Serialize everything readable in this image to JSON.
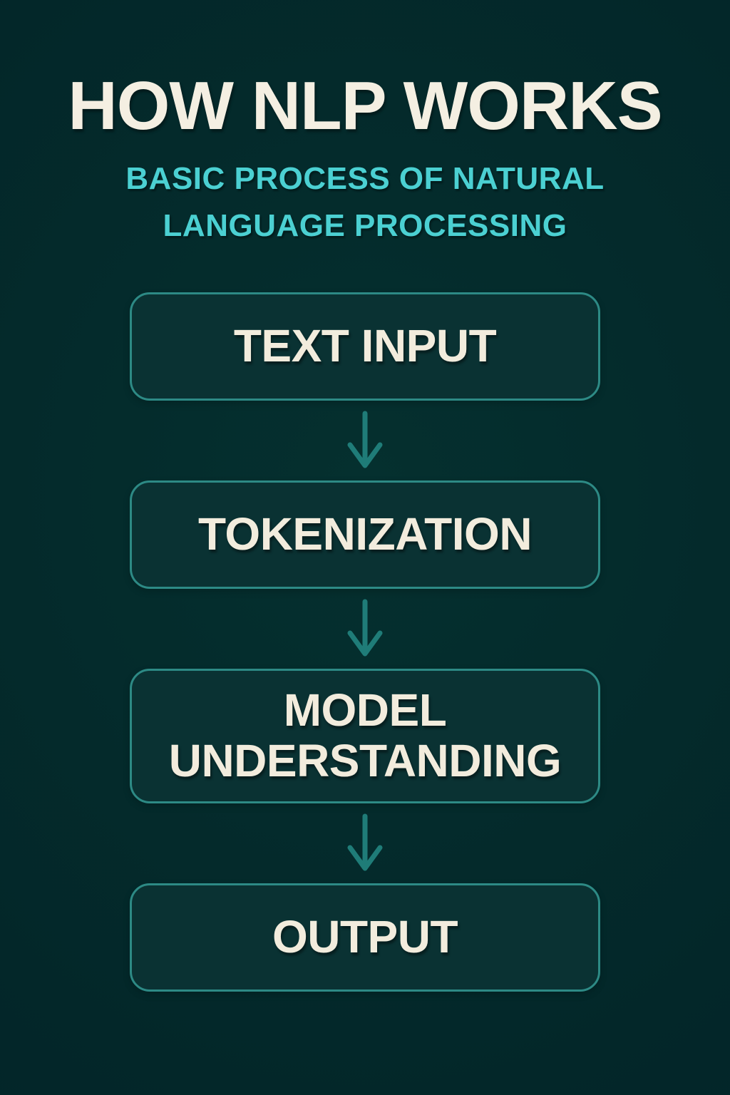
{
  "header": {
    "title": "HOW NLP WORKS",
    "subtitle_lines": [
      "BASIC PROCESS OF NATURAL",
      "LANGUAGE PROCESSING"
    ]
  },
  "flow": {
    "steps": [
      {
        "id": "text-input",
        "label": "TEXT INPUT"
      },
      {
        "id": "tokenization",
        "label": "TOKENIZATION"
      },
      {
        "id": "model-understanding",
        "label": "MODEL UNDERSTANDING"
      },
      {
        "id": "output",
        "label": "OUTPUT"
      }
    ],
    "connector_icon": "down-arrow-icon"
  },
  "colors": {
    "background": "#03282b",
    "box_fill": "#0a3233",
    "box_border": "#2d8a85",
    "arrow": "#1f7c78",
    "title_text": "#f4efe2",
    "subtitle_text": "#4bd0d2",
    "step_text": "#f2ecdd"
  }
}
